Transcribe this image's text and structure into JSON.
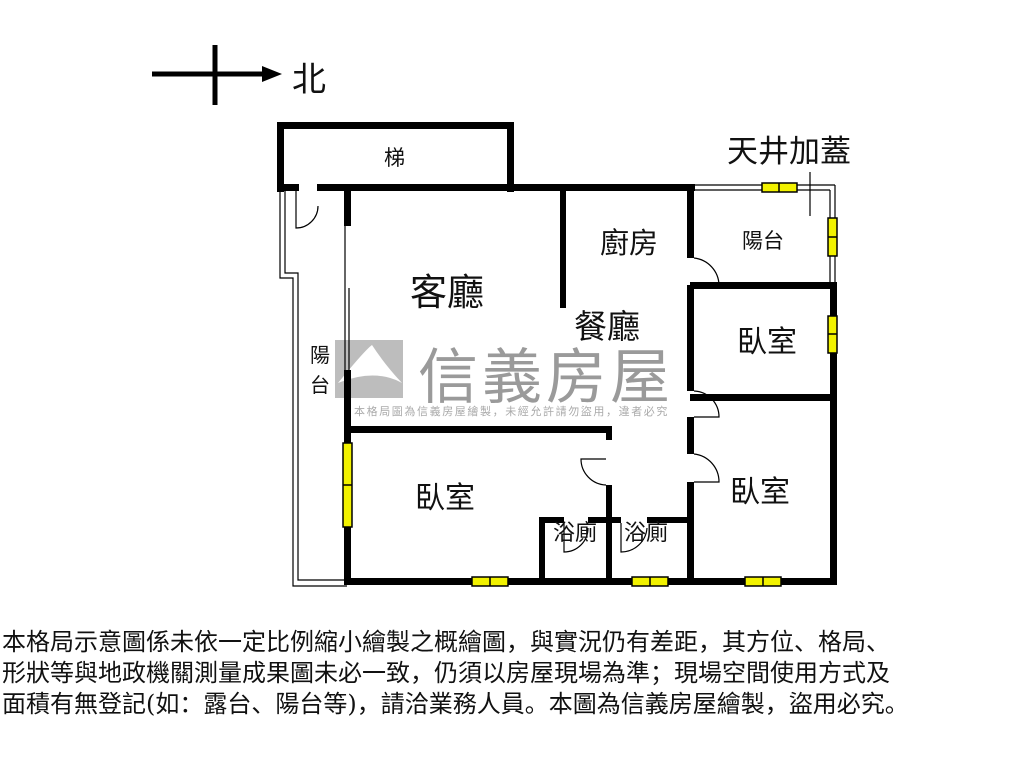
{
  "compass": {
    "label": "北"
  },
  "rooms": {
    "stairs": "梯",
    "living_room": "客廳",
    "dining_room": "餐廳",
    "kitchen": "廚房",
    "balcony_left": [
      "陽",
      "台"
    ],
    "balcony_right": "陽台",
    "bedroom_1": "臥室",
    "bedroom_2": "臥室",
    "bedroom_3": "臥室",
    "bathroom_1": "浴廁",
    "bathroom_2": "浴廁",
    "covered_light_well": "天井加蓋"
  },
  "watermark": {
    "brand": "信義房屋",
    "notice": "本格局圖為信義房屋繪製，未經允許請勿盜用，違者必究"
  },
  "disclaimer": [
    "本格局示意圖係未依一定比例縮小繪製之概繪圖，與實況仍有差距，其方位、格局、",
    "形狀等與地政機關測量成果圖未必一致，仍須以房屋現場為準；現場空間使用方式及",
    "面積有無登記(如：露台、陽台等)，請洽業務人員。本圖為信義房屋繪製，盜用必究。"
  ],
  "colors": {
    "wall": "#000000",
    "window": "#f2f200",
    "watermark": "#999999"
  }
}
